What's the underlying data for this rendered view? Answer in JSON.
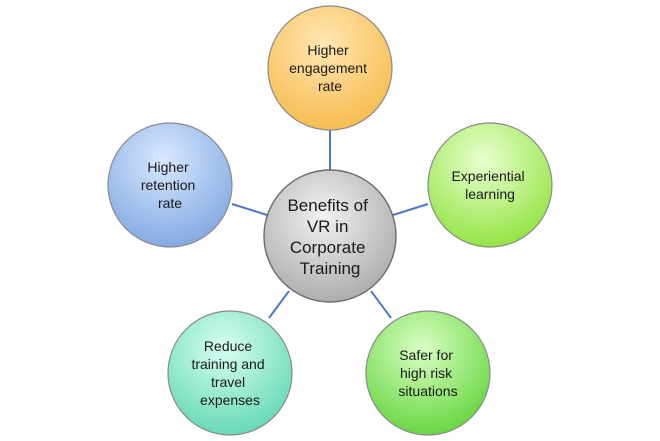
{
  "diagram": {
    "center": {
      "lines": [
        "Benefits of",
        "VR in",
        "Corporate",
        "Training"
      ]
    },
    "nodes": [
      {
        "id": "engagement",
        "lines": [
          "Higher",
          "engagement",
          "rate"
        ],
        "fill_top": "#ffe7b3",
        "fill_bottom": "#f6b94a",
        "stroke": "#8a8a8a"
      },
      {
        "id": "experiential",
        "lines": [
          "Experiential",
          "learning"
        ],
        "fill_top": "#e9ffd0",
        "fill_bottom": "#8fe23c",
        "stroke": "#8a8a8a"
      },
      {
        "id": "safer",
        "lines": [
          "Safer for",
          "high risk",
          "situations"
        ],
        "fill_top": "#d9ffc4",
        "fill_bottom": "#62d33a",
        "stroke": "#8a8a8a"
      },
      {
        "id": "reduce",
        "lines": [
          "Reduce",
          "training and",
          "travel",
          "expenses"
        ],
        "fill_top": "#d8fff0",
        "fill_bottom": "#5fd6b2",
        "stroke": "#8a8a8a"
      },
      {
        "id": "retention",
        "lines": [
          "Higher",
          "retention",
          "rate"
        ],
        "fill_top": "#d9e8ff",
        "fill_bottom": "#7ea6df",
        "stroke": "#8a8a8a"
      }
    ],
    "center_fill_top": "#f2f2f2",
    "center_fill_bottom": "#a9a9a9",
    "center_stroke": "#6b6b6b",
    "connector_color": "#4d79c7"
  }
}
